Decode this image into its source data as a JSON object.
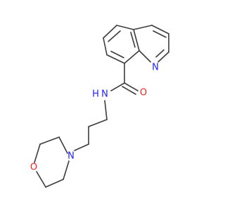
{
  "molecule": {
    "atoms": {
      "quinoline_n": {
        "label": "N",
        "color": "#1f1fff"
      },
      "amide_o": {
        "label": "O",
        "color": "#ff1f1f"
      },
      "amide_n": {
        "label": "N",
        "color": "#1f1fff"
      },
      "amide_h": {
        "label": "H",
        "color": "#1f1fff"
      },
      "morpholine_n": {
        "label": "N",
        "color": "#1f1fff"
      },
      "morpholine_o": {
        "label": "O",
        "color": "#ff1f1f"
      }
    },
    "bond_color": "#3c3c3c"
  }
}
